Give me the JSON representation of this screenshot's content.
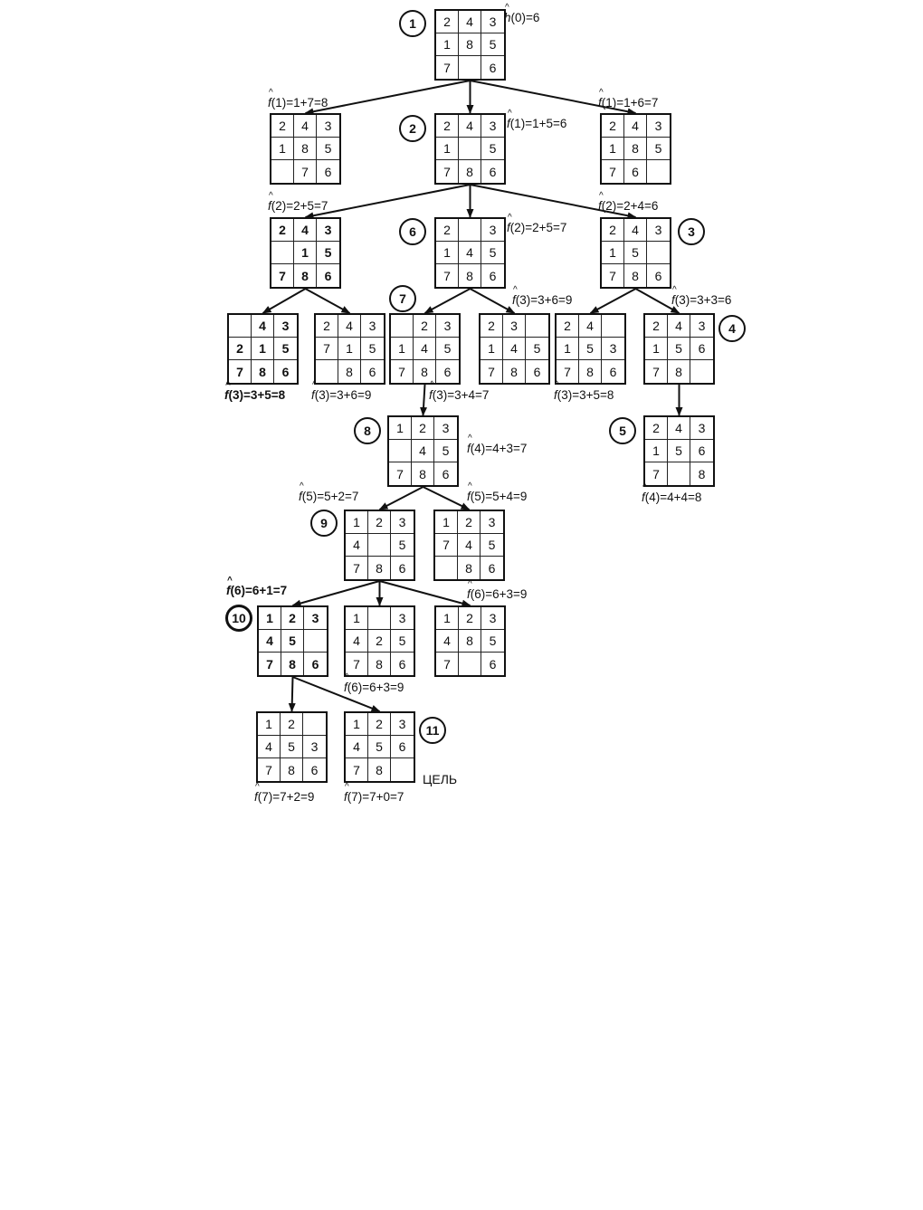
{
  "diagram": {
    "nodes": [
      {
        "id": "root",
        "cells": [
          "2",
          "4",
          "3",
          "1",
          "8",
          "5",
          "7",
          "",
          "6"
        ],
        "order": "1",
        "label": {
          "fn": "h",
          "expr": "(0)=6"
        }
      },
      {
        "id": "n1a",
        "cells": [
          "2",
          "4",
          "3",
          "1",
          "8",
          "5",
          "",
          "7",
          "6"
        ],
        "label": {
          "fn": "f",
          "expr": "(1)=1+7=8"
        }
      },
      {
        "id": "n1b",
        "cells": [
          "2",
          "4",
          "3",
          "1",
          "",
          "5",
          "7",
          "8",
          "6"
        ],
        "order": "2",
        "label": {
          "fn": "f",
          "expr": "(1)=1+5=6"
        }
      },
      {
        "id": "n1c",
        "cells": [
          "2",
          "4",
          "3",
          "1",
          "8",
          "5",
          "7",
          "6",
          ""
        ],
        "label": {
          "fn": "f",
          "expr": "(1)=1+6=7"
        }
      },
      {
        "id": "n2a",
        "cells": [
          "2",
          "4",
          "3",
          "",
          "1",
          "5",
          "7",
          "8",
          "6"
        ],
        "bold": true,
        "label": {
          "fn": "f",
          "expr": "(2)=2+5=7"
        }
      },
      {
        "id": "n2b",
        "cells": [
          "2",
          "",
          "3",
          "1",
          "4",
          "5",
          "7",
          "8",
          "6"
        ],
        "order": "6",
        "label": {
          "fn": "f",
          "expr": "(2)=2+5=7"
        }
      },
      {
        "id": "n2c",
        "cells": [
          "2",
          "4",
          "3",
          "1",
          "5",
          "",
          "7",
          "8",
          "6"
        ],
        "order": "3",
        "label": {
          "fn": "f",
          "expr": "(2)=2+4=6"
        }
      },
      {
        "id": "n3a",
        "cells": [
          "",
          "4",
          "3",
          "2",
          "1",
          "5",
          "7",
          "8",
          "6"
        ],
        "bold": true,
        "label": {
          "fn": "f",
          "expr": "(3)=3+5=8",
          "bold": true
        }
      },
      {
        "id": "n3b",
        "cells": [
          "2",
          "4",
          "3",
          "7",
          "1",
          "5",
          "",
          "8",
          "6"
        ],
        "label": {
          "fn": "f",
          "expr": "(3)=3+6=9"
        }
      },
      {
        "id": "n3c",
        "cells": [
          "",
          "2",
          "3",
          "1",
          "4",
          "5",
          "7",
          "8",
          "6"
        ],
        "order": "7",
        "label": {
          "fn": "f",
          "expr": "(3)=3+4=7"
        }
      },
      {
        "id": "n3d",
        "cells": [
          "2",
          "3",
          "",
          "1",
          "4",
          "5",
          "7",
          "8",
          "6"
        ],
        "label": {
          "fn": "f",
          "expr": "(3)=3+6=9"
        }
      },
      {
        "id": "n3e",
        "cells": [
          "2",
          "4",
          "",
          "1",
          "5",
          "3",
          "7",
          "8",
          "6"
        ],
        "label": {
          "fn": "f",
          "expr": "(3)=3+5=8"
        }
      },
      {
        "id": "n3f",
        "cells": [
          "2",
          "4",
          "3",
          "1",
          "5",
          "6",
          "7",
          "8",
          ""
        ],
        "order": "4",
        "label": {
          "fn": "f",
          "expr": "(3)=3+3=6"
        }
      },
      {
        "id": "n4a",
        "cells": [
          "1",
          "2",
          "3",
          "",
          "4",
          "5",
          "7",
          "8",
          "6"
        ],
        "order": "8",
        "label": {
          "fn": "f",
          "expr": "(4)=4+3=7"
        }
      },
      {
        "id": "n4b",
        "cells": [
          "2",
          "4",
          "3",
          "1",
          "5",
          "6",
          "7",
          "",
          "8"
        ],
        "order": "5",
        "label": {
          "fn": "f",
          "expr": "(4)=4+4=8"
        }
      },
      {
        "id": "n5a",
        "cells": [
          "1",
          "2",
          "3",
          "4",
          "",
          "5",
          "7",
          "8",
          "6"
        ],
        "order": "9",
        "label": {
          "fn": "f",
          "expr": "(5)=5+2=7"
        }
      },
      {
        "id": "n5b",
        "cells": [
          "1",
          "2",
          "3",
          "7",
          "4",
          "5",
          "",
          "8",
          "6"
        ],
        "label": {
          "fn": "f",
          "expr": "(5)=5+4=9"
        }
      },
      {
        "id": "n6a",
        "cells": [
          "1",
          "2",
          "3",
          "4",
          "5",
          "",
          "7",
          "8",
          "6"
        ],
        "bold": true,
        "order": "10",
        "label": {
          "fn": "f",
          "expr": "(6)=6+1=7",
          "bold": true
        }
      },
      {
        "id": "n6b",
        "cells": [
          "1",
          "",
          "3",
          "4",
          "2",
          "5",
          "7",
          "8",
          "6"
        ],
        "label": {
          "fn": "f",
          "expr": "(6)=6+3=9"
        }
      },
      {
        "id": "n6c",
        "cells": [
          "1",
          "2",
          "3",
          "4",
          "8",
          "5",
          "7",
          "",
          "6"
        ],
        "label": {
          "fn": "f",
          "expr": "(6)=6+3=9"
        }
      },
      {
        "id": "n7a",
        "cells": [
          "1",
          "2",
          "",
          "4",
          "5",
          "3",
          "7",
          "8",
          "6"
        ],
        "label": {
          "fn": "f",
          "expr": "(7)=7+2=9"
        }
      },
      {
        "id": "n7b",
        "cells": [
          "1",
          "2",
          "3",
          "4",
          "5",
          "6",
          "7",
          "8",
          ""
        ],
        "order": "11",
        "label": {
          "fn": "f",
          "expr": "(7)=7+0=7"
        },
        "goal": "ЦЕЛЬ"
      }
    ]
  }
}
